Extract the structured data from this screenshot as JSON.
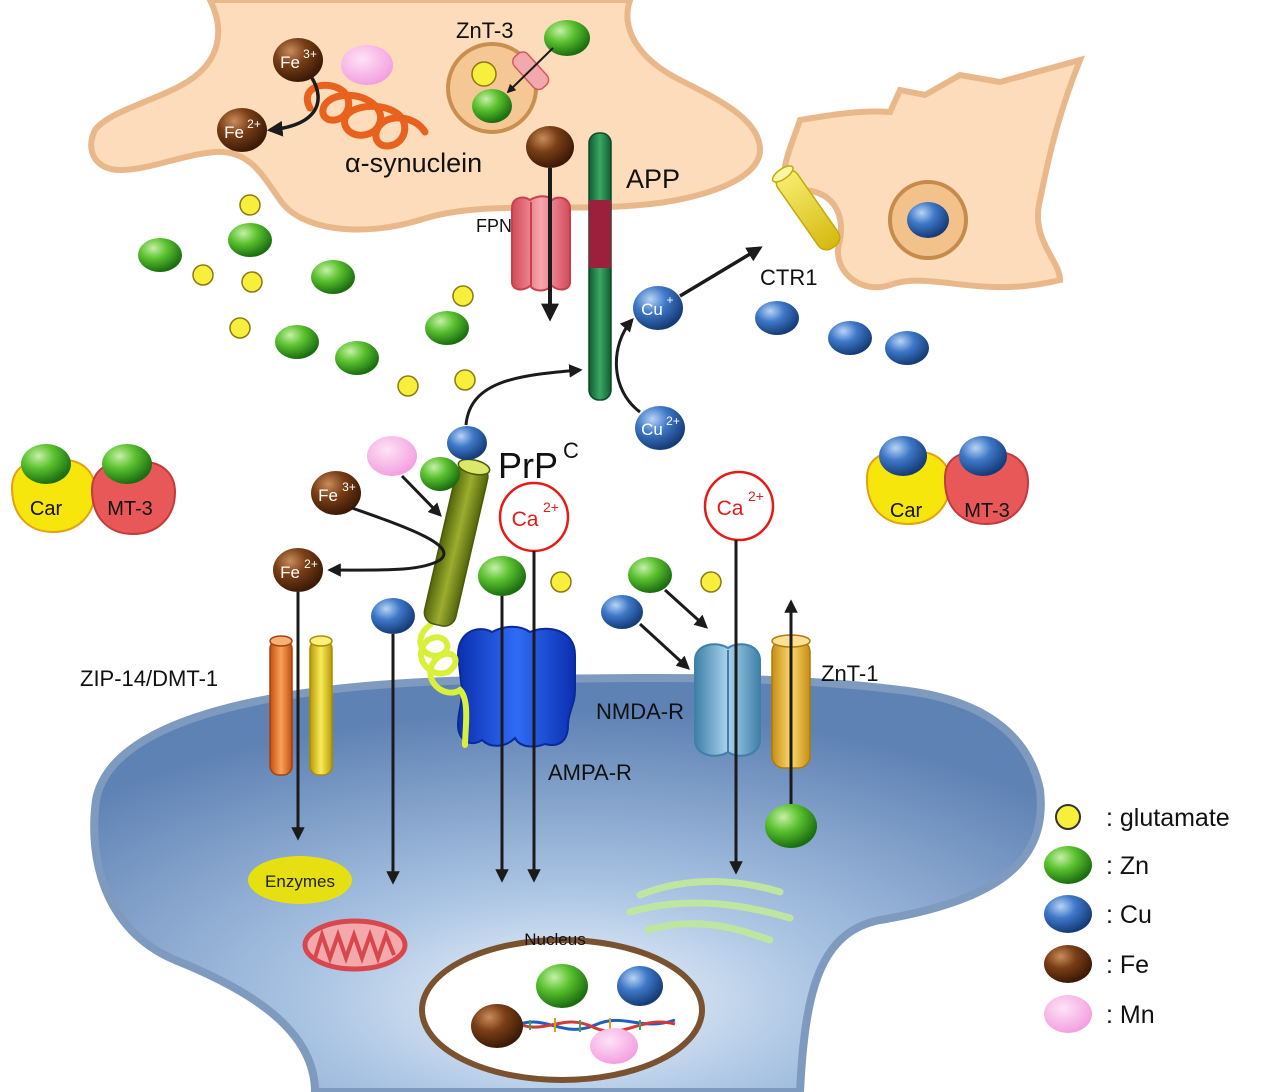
{
  "labels": {
    "zinc_transporter_3": "ZnT-3",
    "alpha_synuclein": "α-synuclein",
    "app": "APP",
    "ferroportin": "FPN",
    "copper_transporter": "CTR1",
    "prion_protein": "PrP",
    "prion_superscript": "C",
    "zip_dmt": "ZIP-14/DMT-1",
    "nmda_receptor": "NMDA-R",
    "ampa_receptor": "AMPA-R",
    "zinc_transporter_1": "ZnT-1",
    "enzymes": "Enzymes",
    "nucleus": "Nucleus",
    "carnosine": "Car",
    "metallothionein": "MT-3",
    "fe3_base": "Fe",
    "fe3_charge": "3+",
    "fe2_base": "Fe",
    "fe2_charge": "2+",
    "cu1_base": "Cu",
    "cu1_charge": "+",
    "cu2_base": "Cu",
    "cu2_charge": "2+",
    "ca_base": "Ca",
    "ca_charge": "2+"
  },
  "legend": [
    {
      "symbol": "glutamate",
      "label": ": glutamate"
    },
    {
      "symbol": "zn",
      "label": ": Zn"
    },
    {
      "symbol": "cu",
      "label": ": Cu"
    },
    {
      "symbol": "fe",
      "label": ": Fe"
    },
    {
      "symbol": "mn",
      "label": ": Mn"
    }
  ],
  "colors": {
    "presynaptic_fill": "#fcdcba",
    "presynaptic_stroke": "#e9b88a",
    "postsynaptic_fill": "#7c9cc6",
    "postsynaptic_stroke": "#7f9abf",
    "zn": "#2e9e1f",
    "cu": "#2a5ba6",
    "fe": "#6a3512",
    "mn": "#f5aee6",
    "glutamate": "#f7ef3c",
    "calcium": "#e41b17",
    "alpha_synuclein": "#e8621e",
    "app": "#1e8a4a",
    "fpn": "#f07c88",
    "ampa": "#1a4fe0",
    "nmda": "#72a9cf",
    "zip": "#f08038",
    "znt1": "#f0c23c",
    "prp": "#7a8c1e",
    "car": "#f6e60b",
    "mt3": "#e85858"
  }
}
